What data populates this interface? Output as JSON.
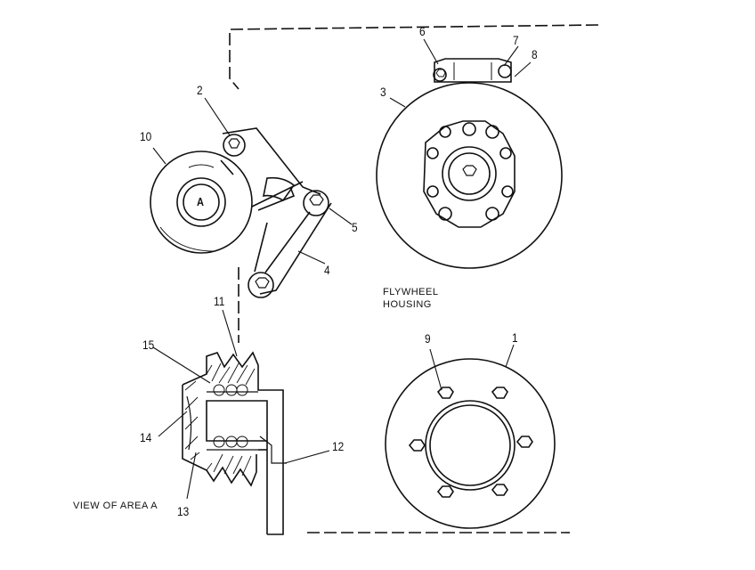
{
  "callouts": {
    "n1": "1",
    "n2": "2",
    "n3": "3",
    "n4": "4",
    "n5": "5",
    "n6": "6",
    "n7": "7",
    "n8": "8",
    "n9": "9",
    "n10": "10",
    "n11": "11",
    "n12": "12",
    "n13": "13",
    "n14": "14",
    "n15": "15"
  },
  "pulley_letter": "A",
  "flywheel_housing_line1": "FLYWHEEL",
  "flywheel_housing_line2": "HOUSING",
  "view_caption": "VIEW OF AREA A"
}
